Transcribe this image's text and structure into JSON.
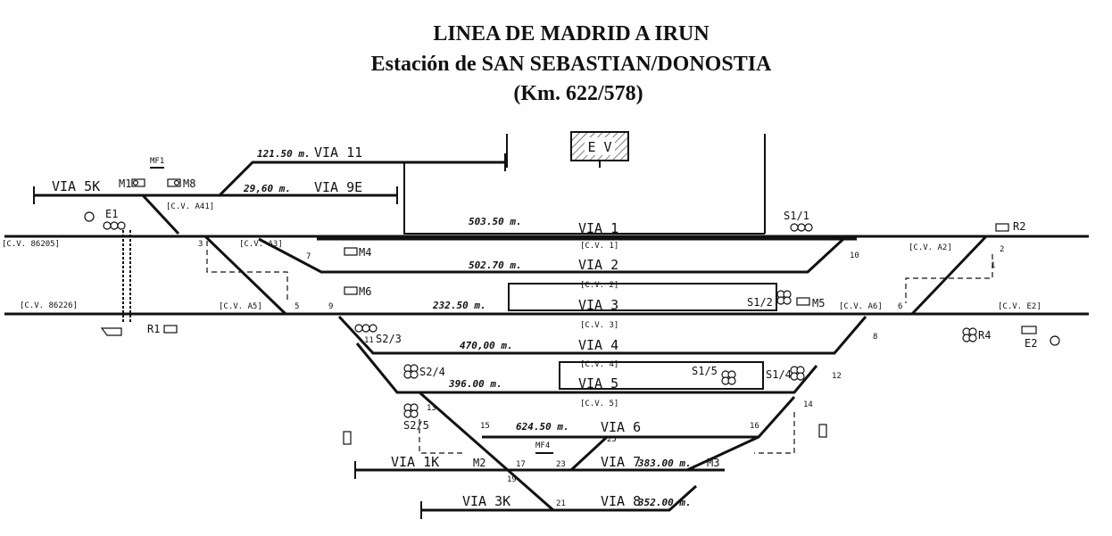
{
  "title": {
    "line1": "LINEA DE MADRID A IRUN",
    "line2": "Estación de SAN SEBASTIAN/DONOSTIA",
    "line3": "(Km. 622/578)"
  },
  "building": "E V",
  "tracks": {
    "via11": "VIA 11",
    "via11_len": "121.50 m.",
    "via5k": "VIA 5K",
    "via9e": "VIA 9E",
    "via9e_len": "29,60 m.",
    "via1": "VIA 1",
    "via1_len": "503.50 m.",
    "via2": "VIA 2",
    "via2_len": "502.70 m.",
    "via3": "VIA 3",
    "via3_len": "232.50 m.",
    "via4": "VIA 4",
    "via4_len": "470,00 m.",
    "via5": "VIA 5",
    "via5_len": "396.00 m.",
    "via6": "VIA 6",
    "via6_len": "624.50 m.",
    "via1k": "VIA 1K",
    "via7": "VIA 7",
    "via7_len": "383.00 m.",
    "via3k": "VIA 3K",
    "via8": "VIA 8",
    "via8_len": "352.00 m."
  },
  "circuits": {
    "cv_a41": "[C.V. A41]",
    "cv_a3": "[C.V. A3]",
    "cv_86205": "[C.V. 86205]",
    "cv_1": "[C.V. 1]",
    "cv_2": "[C.V. 2]",
    "cv_3": "[C.V. 3]",
    "cv_4": "[C.V. 4]",
    "cv_5": "[C.V. 5]",
    "cv_a2": "[C.V. A2]",
    "cv_86226": "[C.V. 86226]",
    "cv_a5": "[C.V. A5]",
    "cv_a6": "[C.V. A6]",
    "cv_e2": "[C.V. E2]"
  },
  "signals": {
    "m1": "M1",
    "m8": "M8",
    "mf1": "MF1",
    "mf4": "MF4",
    "e1": "E1",
    "r1": "R1",
    "m4": "M4",
    "m6": "M6",
    "s23": "S2/3",
    "s24": "S2/4",
    "s25": "S2/5",
    "s11": "S1/1",
    "r2": "R2",
    "s12": "S1/2",
    "m5": "M5",
    "s14": "S1/4",
    "s15": "S1/5",
    "r4": "R4",
    "e2": "E2",
    "m2": "M2",
    "m3": "M3"
  },
  "switches": [
    "3",
    "7",
    "5",
    "9",
    "11",
    "13",
    "15",
    "17",
    "19",
    "21",
    "23",
    "25",
    "1",
    "2",
    "6",
    "8",
    "10",
    "12",
    "14",
    "16"
  ]
}
